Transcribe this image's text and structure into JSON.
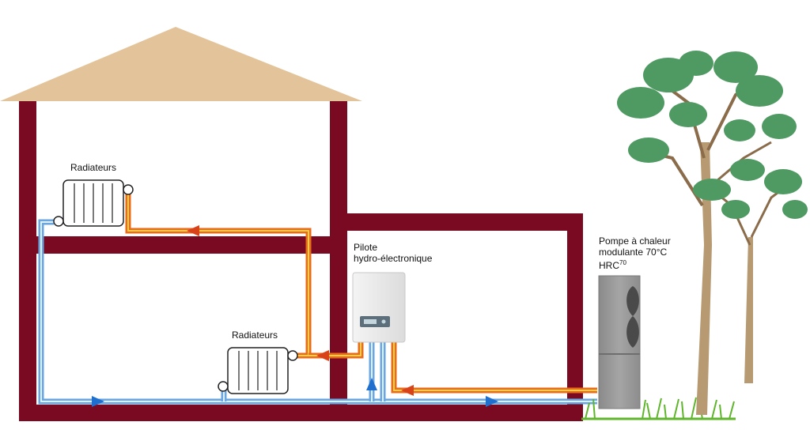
{
  "labels": {
    "radiators_upper": "Radiateurs",
    "radiators_lower": "Radiateurs",
    "pilot_line1": "Pilote",
    "pilot_line2": "hydro-électronique",
    "heatpump_line1": "Pompe à chaleur",
    "heatpump_line2": "modulante 70°C",
    "heatpump_line3": "HRC",
    "heatpump_superscript": "70"
  },
  "colors": {
    "wall": "#7a0a22",
    "roof": "#e3c49a",
    "hot_pipe": "#ea6a1f",
    "cold_pipe": "#7fb4e6",
    "arrow_hot": "#d8431a",
    "arrow_cold": "#1f6fcf",
    "heatpump_body": "#9b9b9b",
    "grass": "#5fb52c",
    "foliage": "#4f9a62",
    "trunk": "#b79a72"
  }
}
